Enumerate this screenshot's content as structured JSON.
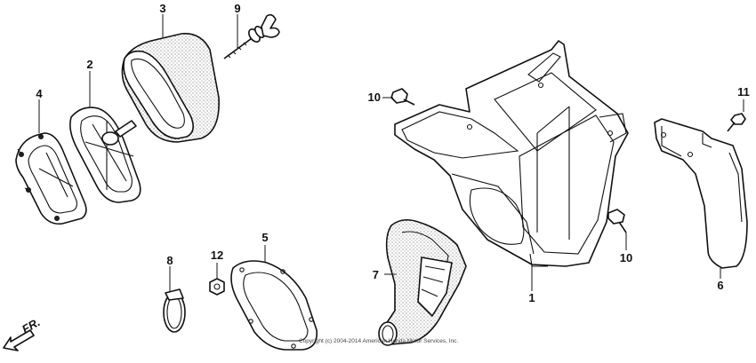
{
  "callouts": [
    {
      "id": "1",
      "label": "1"
    },
    {
      "id": "2",
      "label": "2"
    },
    {
      "id": "3",
      "label": "3"
    },
    {
      "id": "4",
      "label": "4"
    },
    {
      "id": "5",
      "label": "5"
    },
    {
      "id": "6",
      "label": "6"
    },
    {
      "id": "7",
      "label": "7"
    },
    {
      "id": "8",
      "label": "8"
    },
    {
      "id": "9",
      "label": "9"
    },
    {
      "id": "10a",
      "label": "10"
    },
    {
      "id": "10b",
      "label": "10"
    },
    {
      "id": "11",
      "label": "11"
    },
    {
      "id": "12",
      "label": "12"
    }
  ],
  "direction_label": "FR.",
  "copyright": "Copyright (c) 2004-2014 American Honda Motor Services, Inc."
}
